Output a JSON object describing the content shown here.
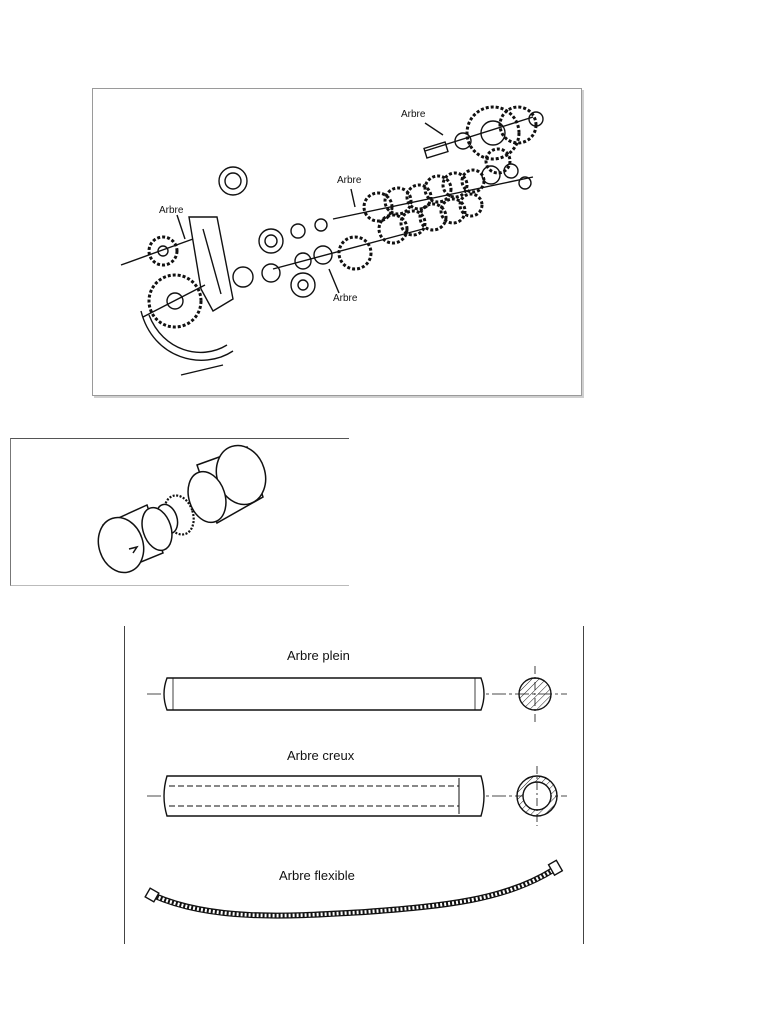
{
  "gearbox": {
    "labels": [
      "Arbre",
      "Arbre",
      "Arbre",
      "Arbre"
    ]
  },
  "shafts": {
    "plein": "Arbre plein",
    "creux": "Arbre creux",
    "flexible": "Arbre flexible"
  }
}
